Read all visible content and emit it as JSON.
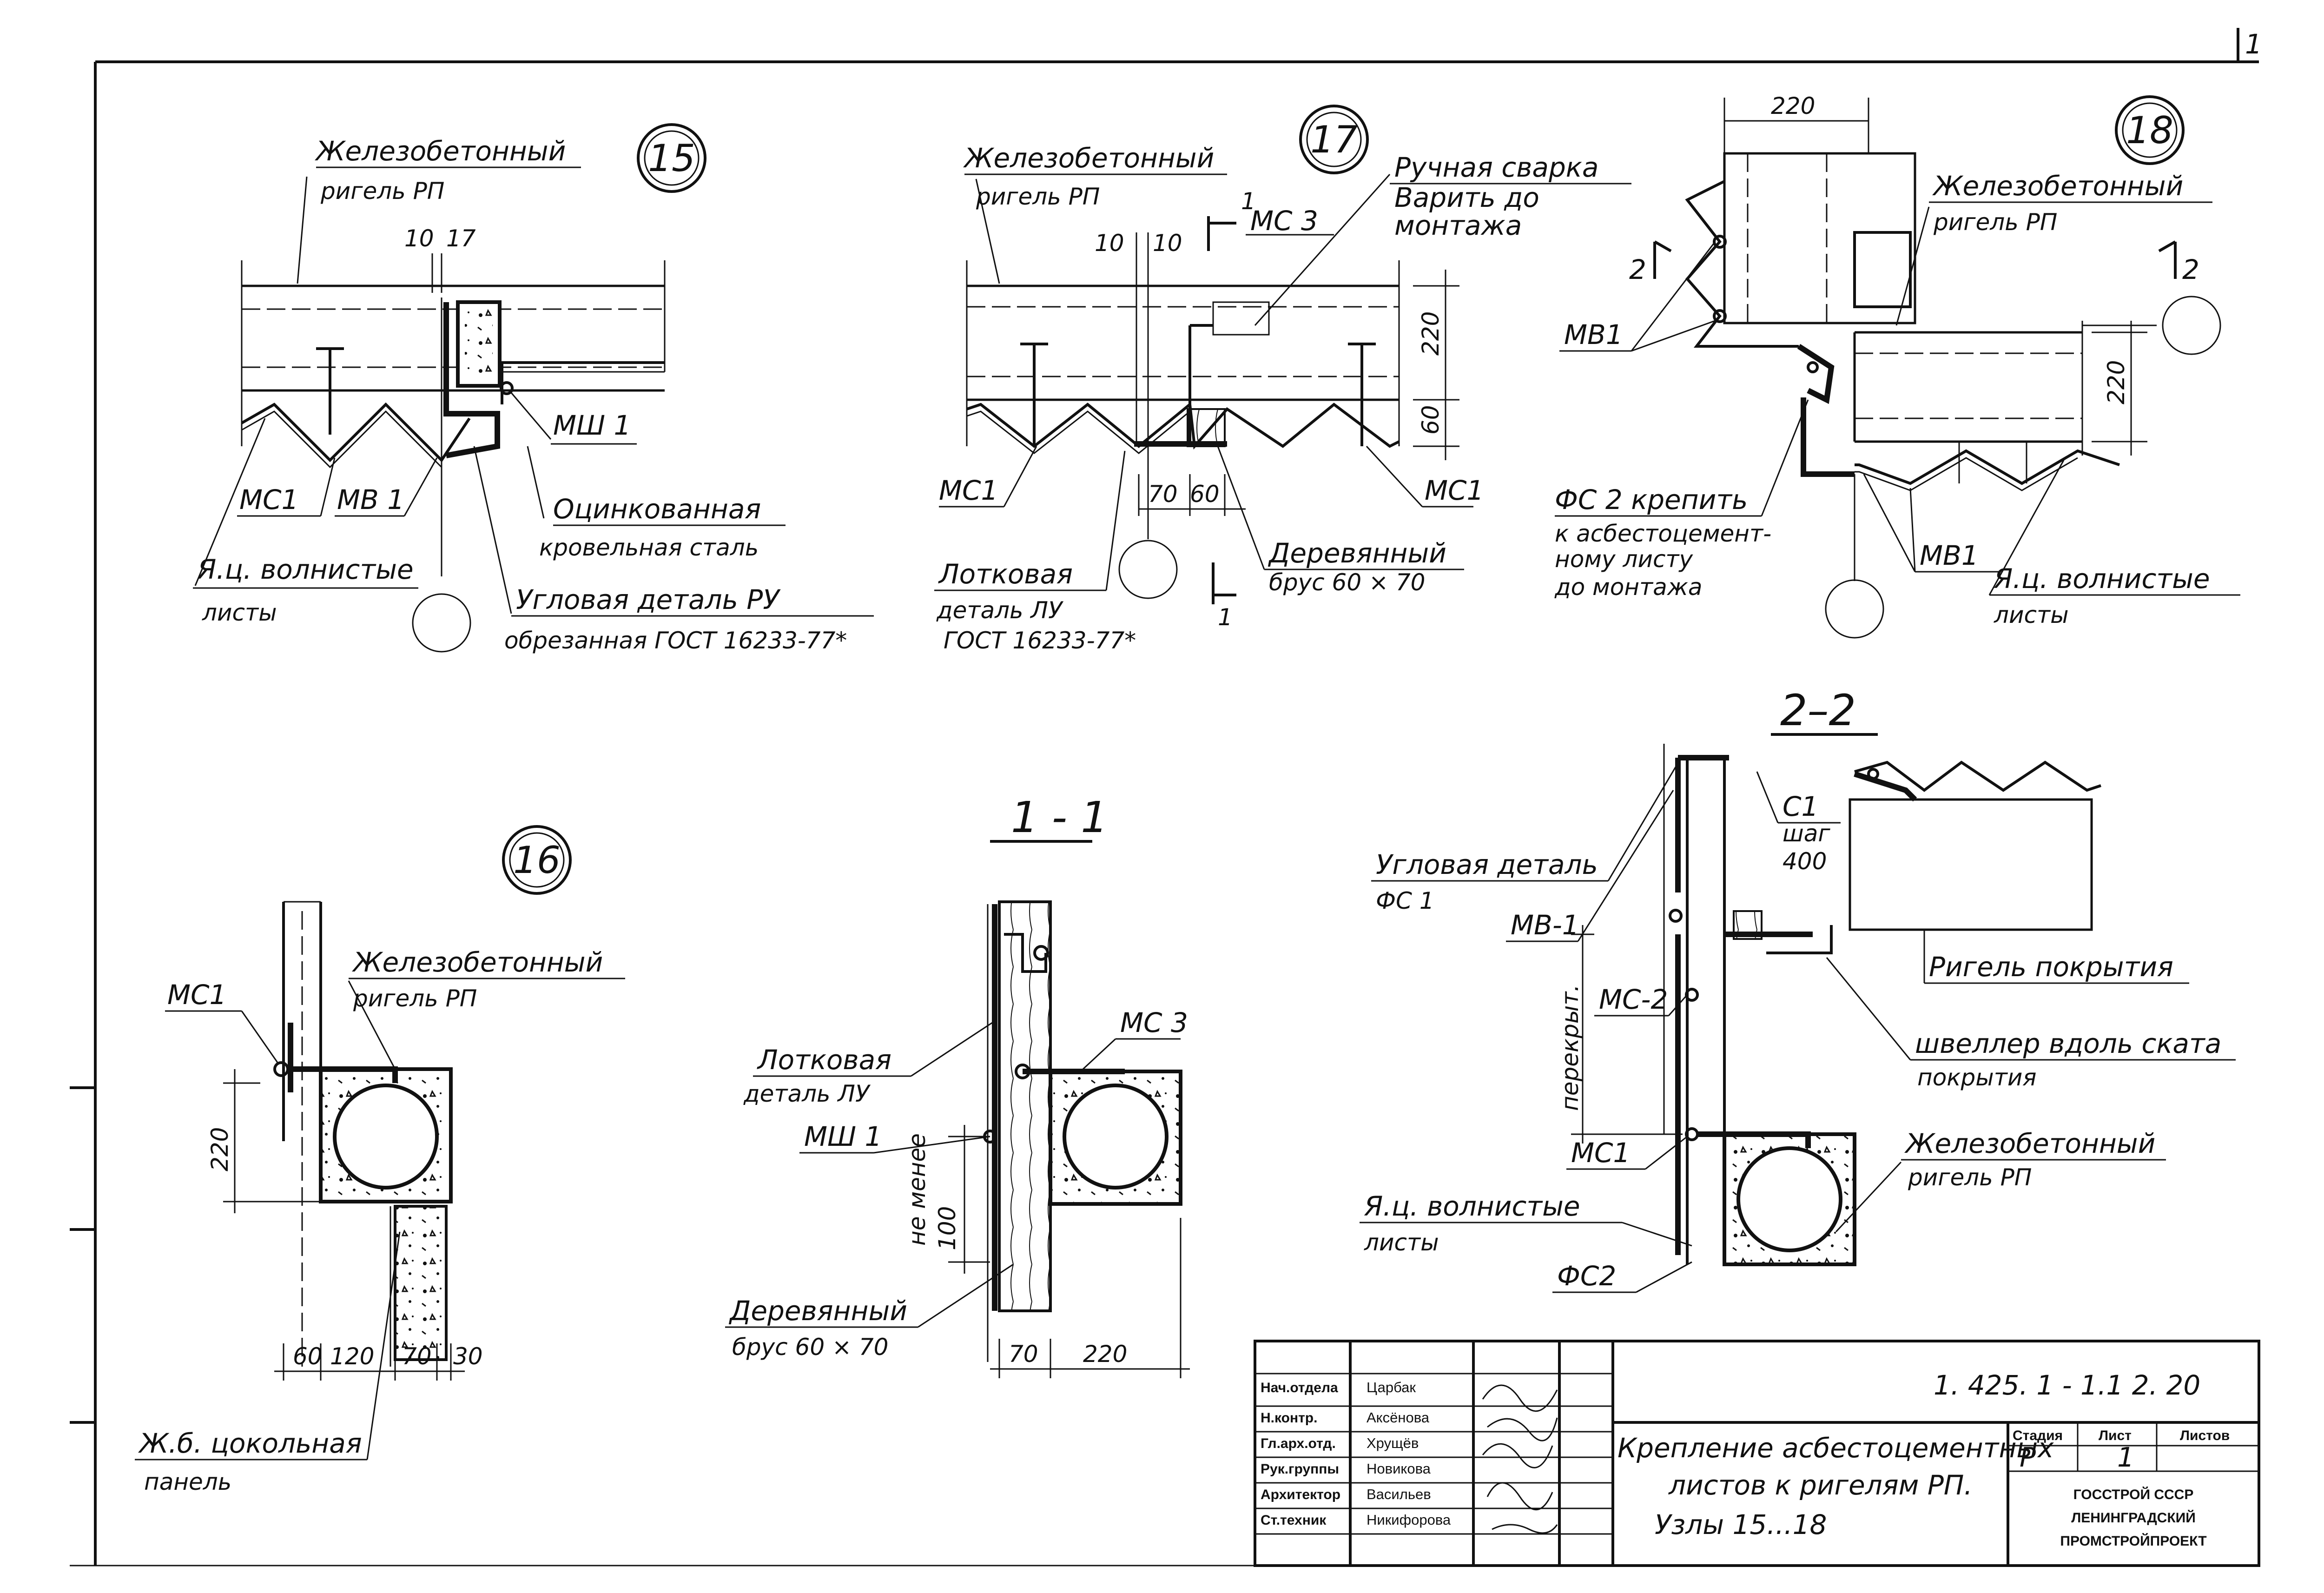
{
  "sheet": {
    "corner_mark": "1"
  },
  "node15": {
    "number": "15",
    "beam_title": "Железобетонный",
    "beam_sub": "ригель РП",
    "dims_top": [
      "10",
      "17"
    ],
    "ms1": "МС1",
    "mv1": "МВ 1",
    "msh1": "МШ 1",
    "steel_1": "Оцинкованная",
    "steel_2": "кровельная сталь",
    "sheets_1": "Я.ц. волнистые",
    "sheets_2": "листы",
    "corner_1": "Угловая деталь РУ",
    "corner_2": "обрезанная ГОСТ 16233-77*"
  },
  "node17": {
    "number": "17",
    "beam_title": "Железобетонный",
    "beam_sub": "ригель РП",
    "dims_top": [
      "10",
      "10"
    ],
    "cut_mark": "1",
    "ms3": "МС 3",
    "weld_1": "Ручная сварка",
    "weld_2": "Варить до",
    "weld_3": "монтажа",
    "dim_220": "220",
    "dim_60": "60",
    "dims_bottom": [
      "70",
      "60"
    ],
    "ms1_left": "МС1",
    "ms1_right": "МС1",
    "tray_1": "Лотковая",
    "tray_2": "деталь ЛУ",
    "tray_3": "ГОСТ 16233-77*",
    "wood_1": "Деревянный",
    "wood_2": "брус   60 × 70",
    "cut_mark_bottom": "1"
  },
  "node18": {
    "number": "18",
    "dim_top": "220",
    "beam_title": "Железобетонный",
    "beam_sub": "ригель РП",
    "cut_left": "2",
    "cut_right": "2",
    "mv1_left": "МВ1",
    "mv1_right": "МВ1",
    "dim_220": "220",
    "fs_1": "ФС 2 крепить",
    "fs_2": "к асбестоцемент-",
    "fs_3": "ному листу",
    "fs_4": "до монтажа",
    "sheets_1": "Я.ц. волнистые",
    "sheets_2": "листы"
  },
  "node16": {
    "number": "16",
    "ms1": "МС1",
    "beam_title": "Железобетонный",
    "beam_sub": "ригель   РП",
    "dim_220": "220",
    "dims_bottom": [
      "60",
      "120",
      "70",
      "30"
    ],
    "panel_1": "Ж.б. цокольная",
    "panel_2": "панель"
  },
  "section11": {
    "title": "1 - 1",
    "ms3": "МС 3",
    "tray_1": "Лотковая",
    "tray_2": "деталь ЛУ",
    "msh1": "МШ 1",
    "min_1": "не менее",
    "min_2": "100",
    "wood_1": "Деревянный",
    "wood_2": "брус  60 × 70",
    "dims_bottom": [
      "70",
      "220"
    ]
  },
  "section22": {
    "title": "2–2",
    "c1_1": "С1",
    "c1_2": "шаг",
    "c1_3": "400",
    "corner_1": "Угловая деталь",
    "corner_2": "ФС 1",
    "mv1": "МВ-1",
    "purlin": "Ригель покрытия",
    "ms2": "МС-2",
    "overlap": "перекрыт.",
    "channel_1": "швеллер вдоль ската",
    "channel_2": "покрытия",
    "ms1": "МС1",
    "beam_title": "Железобетонный",
    "beam_sub": "ригель   РП",
    "sheets_1": "Я.ц. волнистые",
    "sheets_2": "листы",
    "fs2": "ФС2"
  },
  "title_block": {
    "doc_code": "1. 425. 1 - 1.1   2. 20",
    "title_1": "Крепление асбестоцементных",
    "title_2": "листов к ригелям РП.",
    "title_3": "Узлы 15...18",
    "staff": [
      {
        "role": "Нач.отдела",
        "name": "Царбак"
      },
      {
        "role": "Н.контр.",
        "name": "Аксёнова"
      },
      {
        "role": "Гл.арх.отд.",
        "name": "Хрущёв"
      },
      {
        "role": "Рук.группы",
        "name": "Новикова"
      },
      {
        "role": "Архитектор",
        "name": "Васильев"
      },
      {
        "role": "Ст.техник",
        "name": "Никифорова"
      }
    ],
    "stage_hdr": "Стадия",
    "sheet_hdr": "Лист",
    "sheets_hdr": "Листов",
    "stage": "Р",
    "sheet": "1",
    "org_1": "ГОССТРОЙ  СССР",
    "org_2": "ЛЕНИНГРАДСКИЙ",
    "org_3": "ПРОМСТРОЙПРОЕКТ"
  }
}
